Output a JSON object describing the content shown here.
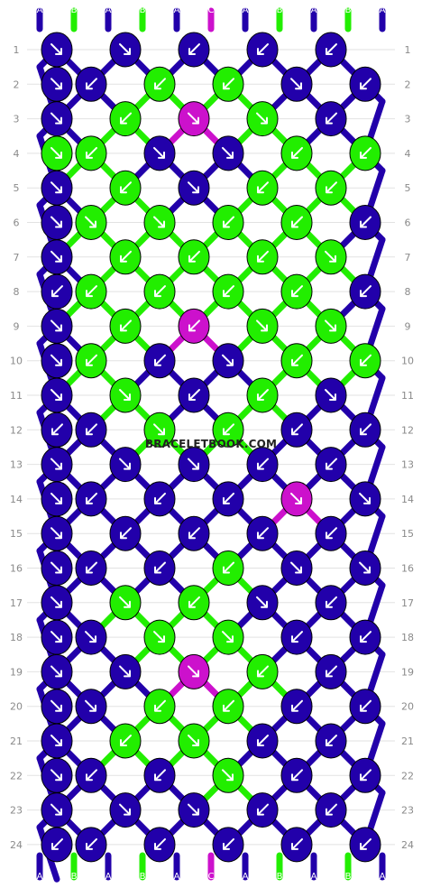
{
  "watermark": "BRACELETBOOK.COM",
  "colors": {
    "A": "#2200aa",
    "B": "#22ee00",
    "C": "#cc11cc"
  },
  "string_labels": [
    "A",
    "B",
    "A",
    "B",
    "A",
    "C",
    "A",
    "B",
    "A",
    "B",
    "A"
  ],
  "row_count": 24,
  "pattern": {
    "odd_rows": {
      "1": [
        [
          "A",
          "fwd"
        ],
        [
          "A",
          "fwd"
        ],
        [
          "A",
          "bwd"
        ],
        [
          "A",
          "bwd"
        ],
        [
          "A",
          "bwd"
        ]
      ],
      "3": [
        [
          "A",
          "fwd"
        ],
        [
          "B",
          "bwd"
        ],
        [
          "C",
          "fwd"
        ],
        [
          "B",
          "fwd"
        ],
        [
          "A",
          "bwd"
        ]
      ],
      "5": [
        [
          "A",
          "fwd"
        ],
        [
          "B",
          "bwd"
        ],
        [
          "A",
          "fwd"
        ],
        [
          "B",
          "bwd"
        ],
        [
          "B",
          "bwd"
        ]
      ],
      "7": [
        [
          "A",
          "fwd"
        ],
        [
          "B",
          "bwd"
        ],
        [
          "B",
          "bwd"
        ],
        [
          "B",
          "bwd"
        ],
        [
          "B",
          "fwd"
        ]
      ],
      "9": [
        [
          "A",
          "fwd"
        ],
        [
          "B",
          "bwd"
        ],
        [
          "C",
          "bwd"
        ],
        [
          "B",
          "fwd"
        ],
        [
          "B",
          "fwd"
        ]
      ],
      "11": [
        [
          "A",
          "fwd"
        ],
        [
          "B",
          "fwd"
        ],
        [
          "A",
          "bwd"
        ],
        [
          "B",
          "bwd"
        ],
        [
          "A",
          "fwd"
        ]
      ],
      "13": [
        [
          "A",
          "fwd"
        ],
        [
          "A",
          "fwd"
        ],
        [
          "A",
          "fwd"
        ],
        [
          "A",
          "bwd"
        ],
        [
          "A",
          "bwd"
        ]
      ],
      "15": [
        [
          "A",
          "fwd"
        ],
        [
          "A",
          "bwd"
        ],
        [
          "A",
          "bwd"
        ],
        [
          "A",
          "bwd"
        ],
        [
          "A",
          "bwd"
        ]
      ],
      "17": [
        [
          "A",
          "fwd"
        ],
        [
          "B",
          "fwd"
        ],
        [
          "B",
          "bwd"
        ],
        [
          "A",
          "fwd"
        ],
        [
          "A",
          "bwd"
        ]
      ],
      "19": [
        [
          "A",
          "fwd"
        ],
        [
          "A",
          "fwd"
        ],
        [
          "C",
          "fwd"
        ],
        [
          "B",
          "bwd"
        ],
        [
          "A",
          "bwd"
        ]
      ],
      "21": [
        [
          "A",
          "fwd"
        ],
        [
          "B",
          "bwd"
        ],
        [
          "B",
          "fwd"
        ],
        [
          "A",
          "bwd"
        ],
        [
          "A",
          "bwd"
        ]
      ],
      "23": [
        [
          "A",
          "fwd"
        ],
        [
          "A",
          "fwd"
        ],
        [
          "A",
          "fwd"
        ],
        [
          "A",
          "bwd"
        ],
        [
          "A",
          "bwd"
        ]
      ]
    },
    "even_rows": {
      "2": [
        [
          "A",
          "bwd"
        ],
        [
          "B",
          "bwd"
        ],
        [
          "B",
          "bwd"
        ],
        [
          "A",
          "fwd"
        ],
        [
          "A",
          "bwd"
        ],
        [
          "A",
          "fwd"
        ]
      ],
      "4": [
        [
          "B",
          "bwd"
        ],
        [
          "A",
          "fwd"
        ],
        [
          "A",
          "fwd"
        ],
        [
          "B",
          "bwd"
        ],
        [
          "B",
          "bwd"
        ],
        [
          "B",
          "fwd"
        ]
      ],
      "6": [
        [
          "B",
          "fwd"
        ],
        [
          "B",
          "fwd"
        ],
        [
          "B",
          "bwd"
        ],
        [
          "B",
          "bwd"
        ],
        [
          "A",
          "bwd"
        ],
        [
          "A",
          "fwd"
        ]
      ],
      "8": [
        [
          "B",
          "bwd"
        ],
        [
          "B",
          "bwd"
        ],
        [
          "B",
          "bwd"
        ],
        [
          "B",
          "bwd"
        ],
        [
          "A",
          "bwd"
        ],
        [
          "A",
          "bwd"
        ]
      ],
      "10": [
        [
          "B",
          "bwd"
        ],
        [
          "A",
          "bwd"
        ],
        [
          "A",
          "fwd"
        ],
        [
          "B",
          "bwd"
        ],
        [
          "B",
          "bwd"
        ],
        [
          "A",
          "fwd"
        ]
      ],
      "12": [
        [
          "A",
          "bwd"
        ],
        [
          "B",
          "fwd"
        ],
        [
          "B",
          "bwd"
        ],
        [
          "A",
          "bwd"
        ],
        [
          "A",
          "bwd"
        ],
        [
          "A",
          "bwd"
        ]
      ],
      "14": [
        [
          "A",
          "bwd"
        ],
        [
          "A",
          "bwd"
        ],
        [
          "A",
          "bwd"
        ],
        [
          "C",
          "fwd"
        ],
        [
          "A",
          "fwd"
        ],
        [
          "A",
          "fwd"
        ]
      ],
      "16": [
        [
          "A",
          "bwd"
        ],
        [
          "A",
          "bwd"
        ],
        [
          "B",
          "bwd"
        ],
        [
          "A",
          "fwd"
        ],
        [
          "A",
          "fwd"
        ],
        [
          "A",
          "fwd"
        ]
      ],
      "18": [
        [
          "A",
          "fwd"
        ],
        [
          "B",
          "fwd"
        ],
        [
          "B",
          "fwd"
        ],
        [
          "A",
          "bwd"
        ],
        [
          "A",
          "bwd"
        ],
        [
          "A",
          "fwd"
        ]
      ],
      "20": [
        [
          "A",
          "fwd"
        ],
        [
          "B",
          "bwd"
        ],
        [
          "B",
          "bwd"
        ],
        [
          "A",
          "bwd"
        ],
        [
          "A",
          "bwd"
        ],
        [
          "A",
          "fwd"
        ]
      ],
      "22": [
        [
          "A",
          "bwd"
        ],
        [
          "A",
          "bwd"
        ],
        [
          "B",
          "fwd"
        ],
        [
          "A",
          "bwd"
        ],
        [
          "A",
          "bwd"
        ],
        [
          "A",
          "fwd"
        ]
      ],
      "24": [
        [
          "A",
          "bwd"
        ],
        [
          "A",
          "bwd"
        ],
        [
          "A",
          "bwd"
        ],
        [
          "A",
          "bwd"
        ],
        [
          "A",
          "bwd"
        ],
        [
          "A",
          "bwd"
        ]
      ]
    }
  }
}
